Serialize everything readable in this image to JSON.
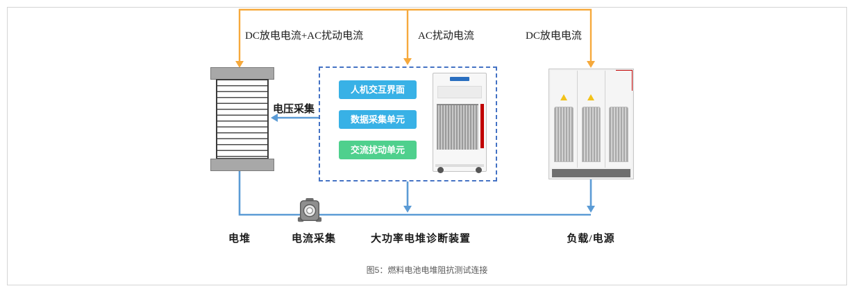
{
  "figure": {
    "caption": "图5：燃料电池电堆阻抗测试连接"
  },
  "diagram": {
    "top_flow_labels": [
      {
        "label": "DC放电电流+AC扰动电流"
      },
      {
        "label": "AC扰动电流"
      },
      {
        "label": "DC放电电流"
      }
    ],
    "voltage_acquisition_label": "电压采集",
    "diagnostic_unit_boxes": [
      {
        "label": "人机交互界面",
        "color": "#38b1e6"
      },
      {
        "label": "数据采集单元",
        "color": "#38b1e6"
      },
      {
        "label": "交流扰动单元",
        "color": "#4fd08d"
      }
    ],
    "component_labels": [
      {
        "label": "电堆"
      },
      {
        "label": "电流采集"
      },
      {
        "label": "大功率电堆诊断装置"
      },
      {
        "label": "负载/电源"
      }
    ],
    "icons": [
      {
        "name": "current-sensor-icon"
      },
      {
        "name": "warning-icon"
      }
    ],
    "colors": {
      "flow_line_orange": "#f6a93c",
      "measurement_line_blue": "#5b9bd5",
      "dashed_box_border": "#4472c4",
      "unit_box_blue": "#38b1e6",
      "unit_box_green": "#4fd08d",
      "stack_endplate_gray": "#a8a8a8",
      "accent_red": "#c00000",
      "frame_border_gray": "#d4d4d4",
      "caption_gray": "#595959"
    }
  }
}
